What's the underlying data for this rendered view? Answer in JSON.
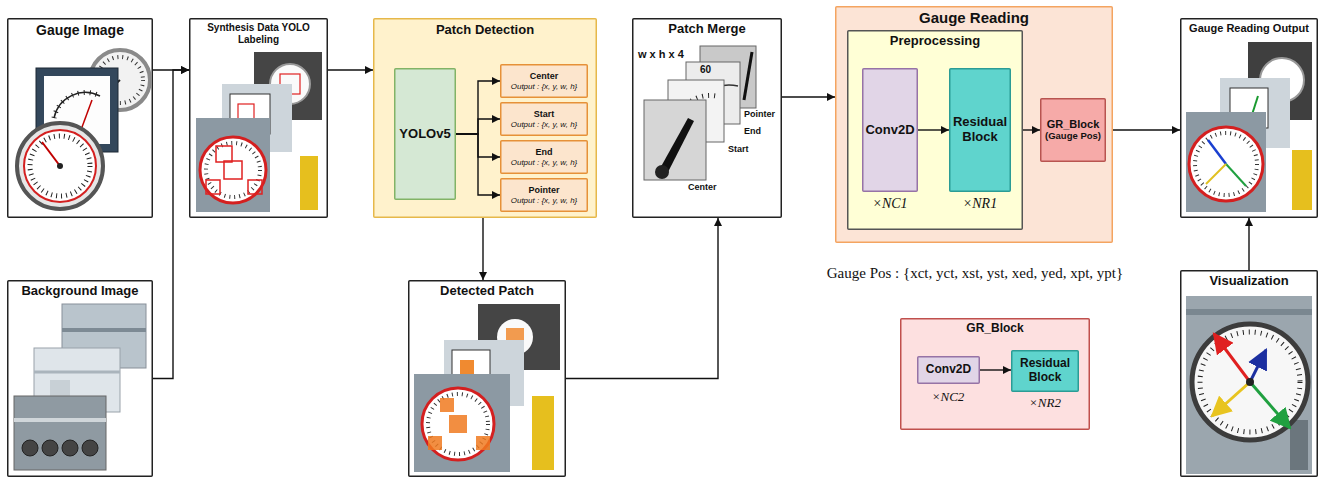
{
  "diagram": {
    "nodes": [
      {
        "text": [
          "Gauge Image"
        ]
      },
      {
        "text": [
          "Background Image"
        ]
      },
      {
        "text": [
          "Synthesis Data YOLO Labeling"
        ]
      },
      {
        "text": [
          "Patch Detection"
        ]
      },
      {
        "text": [
          "YOLOv5"
        ],
        "in": 3
      },
      {
        "text": [
          "Center",
          "Output : {x, y, w, h}"
        ],
        "in": 3
      },
      {
        "text": [
          "Start",
          "Output : {x, y, w, h}"
        ],
        "in": 3
      },
      {
        "text": [
          "End",
          "Output : {x, y, w, h}"
        ],
        "in": 3
      },
      {
        "text": [
          "Pointer",
          "Output : {x, y, w, h}"
        ],
        "in": 3
      },
      {
        "text": [
          "Detected Patch"
        ]
      },
      {
        "text": [
          "Patch Merge"
        ]
      },
      {
        "text": [
          "Gauge Reading"
        ]
      },
      {
        "text": [
          "Preprocessing"
        ],
        "in": 11
      },
      {
        "text": [
          "Conv2D"
        ],
        "in": 12
      },
      {
        "text": [
          "Residual Block"
        ],
        "in": 12
      },
      {
        "text": [
          "GR_Block",
          "(Gauge Pos)"
        ],
        "in": 11
      },
      {
        "text": [
          "Gauge Reading Output"
        ]
      },
      {
        "text": [
          "Visualization"
        ]
      },
      {
        "text": [
          "GR_Block"
        ]
      },
      {
        "text": [
          "Conv2D"
        ],
        "in": 18
      },
      {
        "text": [
          "Residual Block"
        ],
        "in": 18
      }
    ],
    "edges": [
      {
        "from": 0,
        "to": 2,
        "arrow": "to"
      },
      {
        "from": 1,
        "to": 2,
        "arrow": "to"
      },
      {
        "from": 2,
        "to": 3,
        "arrow": "to"
      },
      {
        "from": 4,
        "to": 5,
        "arrow": "to"
      },
      {
        "from": 4,
        "to": 6,
        "arrow": "to"
      },
      {
        "from": 4,
        "to": 7,
        "arrow": "to"
      },
      {
        "from": 4,
        "to": 8,
        "arrow": "to"
      },
      {
        "from": 3,
        "to": 9,
        "arrow": "to"
      },
      {
        "from": 9,
        "to": 10,
        "arrow": "to"
      },
      {
        "from": 10,
        "to": 11,
        "arrow": "to"
      },
      {
        "from": 13,
        "to": 14,
        "arrow": "to"
      },
      {
        "from": 12,
        "to": 15,
        "arrow": "to"
      },
      {
        "from": 11,
        "to": 16,
        "arrow": "to"
      },
      {
        "from": 17,
        "to": 16,
        "arrow": "to"
      },
      {
        "from": 19,
        "to": 20,
        "arrow": "to"
      }
    ],
    "labels": [
      "w x h x 4",
      "60",
      "Pointer",
      "End",
      "Start",
      "Center",
      "×NC1",
      "×NR1",
      "Gauge Pos : {xct, yct, xst, yst, xed, yed, xpt, ypt}",
      "×NC2",
      "×NR2"
    ]
  }
}
